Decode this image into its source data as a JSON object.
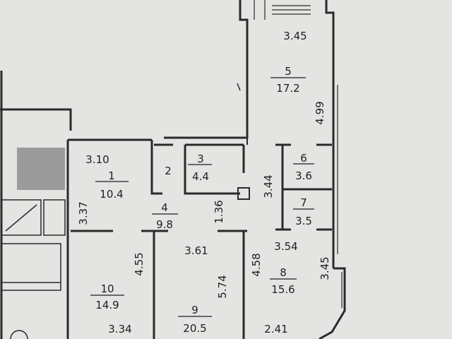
{
  "colors": {
    "background": "#e4e4e2",
    "wall": "#2a2a2a",
    "text": "#1f1f1f",
    "neighbor_block": "#9b9b9b"
  },
  "rooms": [
    {
      "number": "1",
      "area": "10.4"
    },
    {
      "number": "2",
      "area": ""
    },
    {
      "number": "3",
      "area": "4.4"
    },
    {
      "number": "4",
      "area": "9.8"
    },
    {
      "number": "5",
      "area": "17.2"
    },
    {
      "number": "6",
      "area": "3.6"
    },
    {
      "number": "7",
      "area": "3.5"
    },
    {
      "number": "8",
      "area": "15.6"
    },
    {
      "number": "9",
      "area": "20.5"
    },
    {
      "number": "10",
      "area": "14.9"
    }
  ],
  "dimensions": {
    "room5_width": "3.45",
    "room5_length": "4.99",
    "room1_width": "3.10",
    "room1_depth": "3.37",
    "room6_7_side": "3.44",
    "corridor_width": "1.36",
    "room9_width": "3.61",
    "room9_length": "5.74",
    "room10_length": "4.55",
    "room10_width": "3.34",
    "room8_length": "4.58",
    "room8_width": "3.54",
    "room8_side": "3.45",
    "lower_width": "2.41"
  }
}
